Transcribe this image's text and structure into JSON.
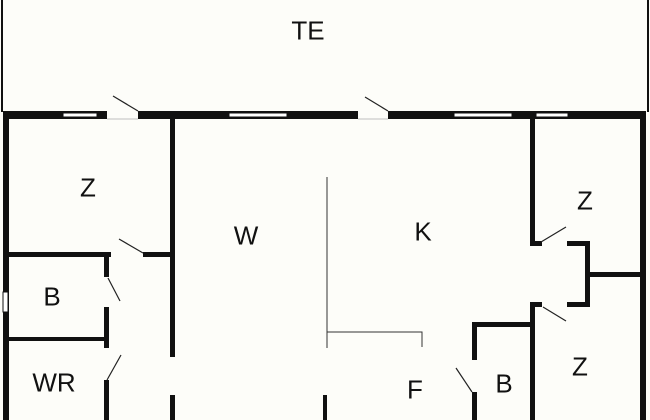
{
  "rooms": [
    {
      "id": "terrace",
      "label": "TE"
    },
    {
      "id": "bedroom-1",
      "label": "Z"
    },
    {
      "id": "living",
      "label": "W"
    },
    {
      "id": "kitchen",
      "label": "K"
    },
    {
      "id": "bedroom-2",
      "label": "Z"
    },
    {
      "id": "bathroom-1",
      "label": "B"
    },
    {
      "id": "toilet",
      "label": "WR"
    },
    {
      "id": "hall",
      "label": "F"
    },
    {
      "id": "bathroom-2",
      "label": "B"
    },
    {
      "id": "bedroom-3",
      "label": "Z"
    }
  ],
  "colors": {
    "wall": "#111111",
    "background": "#fdfdf9"
  }
}
